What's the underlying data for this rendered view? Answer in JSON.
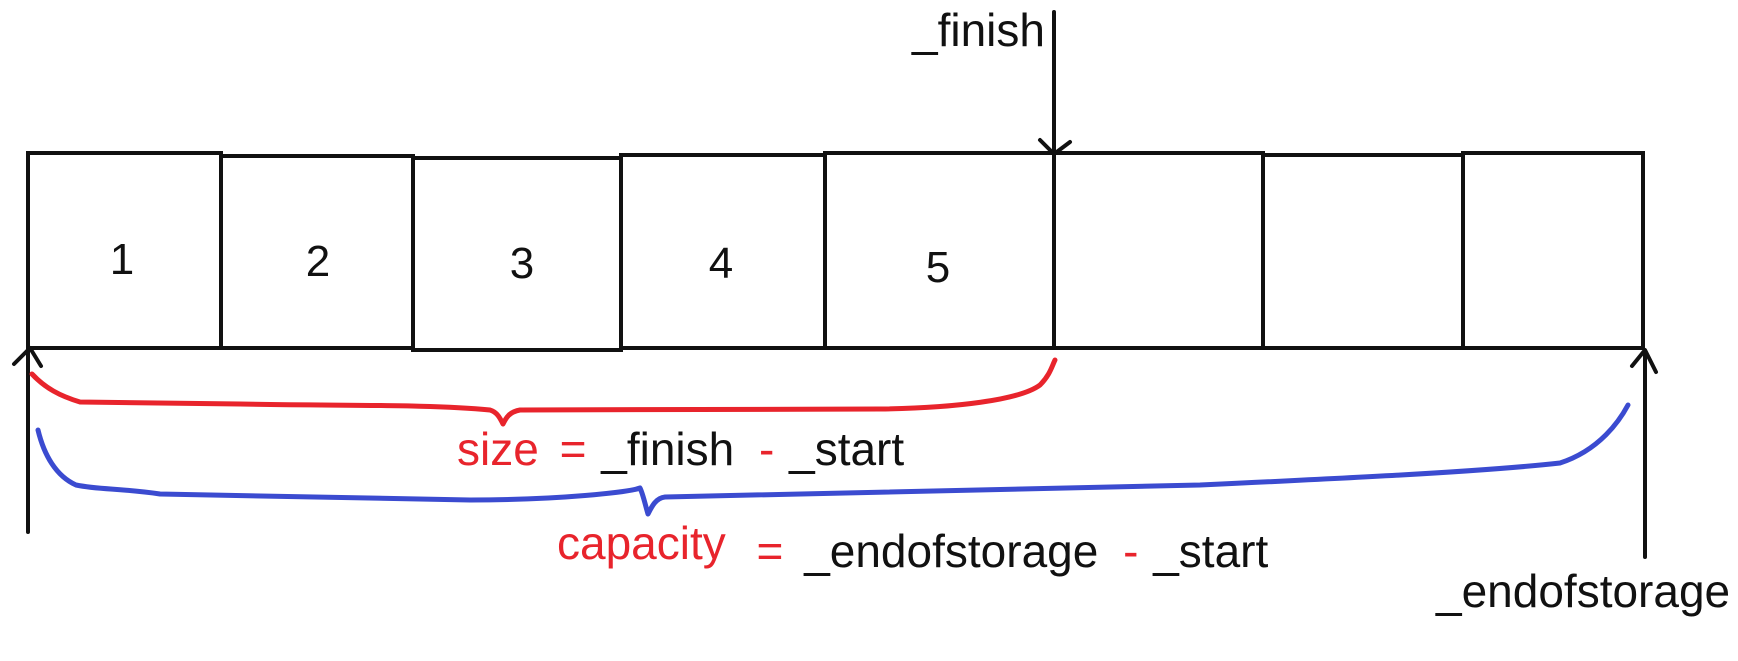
{
  "cells": [
    "1",
    "2",
    "3",
    "4",
    "5",
    "",
    "",
    ""
  ],
  "labels": {
    "finish": "_finish",
    "endofstorage": "_endofstorage",
    "size_word": "size",
    "size_eq": "=",
    "size_rhs_a": "_finish",
    "size_minus": "-",
    "size_rhs_b": "_start",
    "capacity_word": "capacity",
    "capacity_eq": "=",
    "capacity_rhs_a": "_endofstorage",
    "capacity_minus": "-",
    "capacity_rhs_b": "_start"
  },
  "colors": {
    "stroke": "#111111",
    "size_brace": "#e8242c",
    "capacity_brace": "#3b4bd0",
    "highlight": "#e8242c",
    "text": "#111111"
  }
}
